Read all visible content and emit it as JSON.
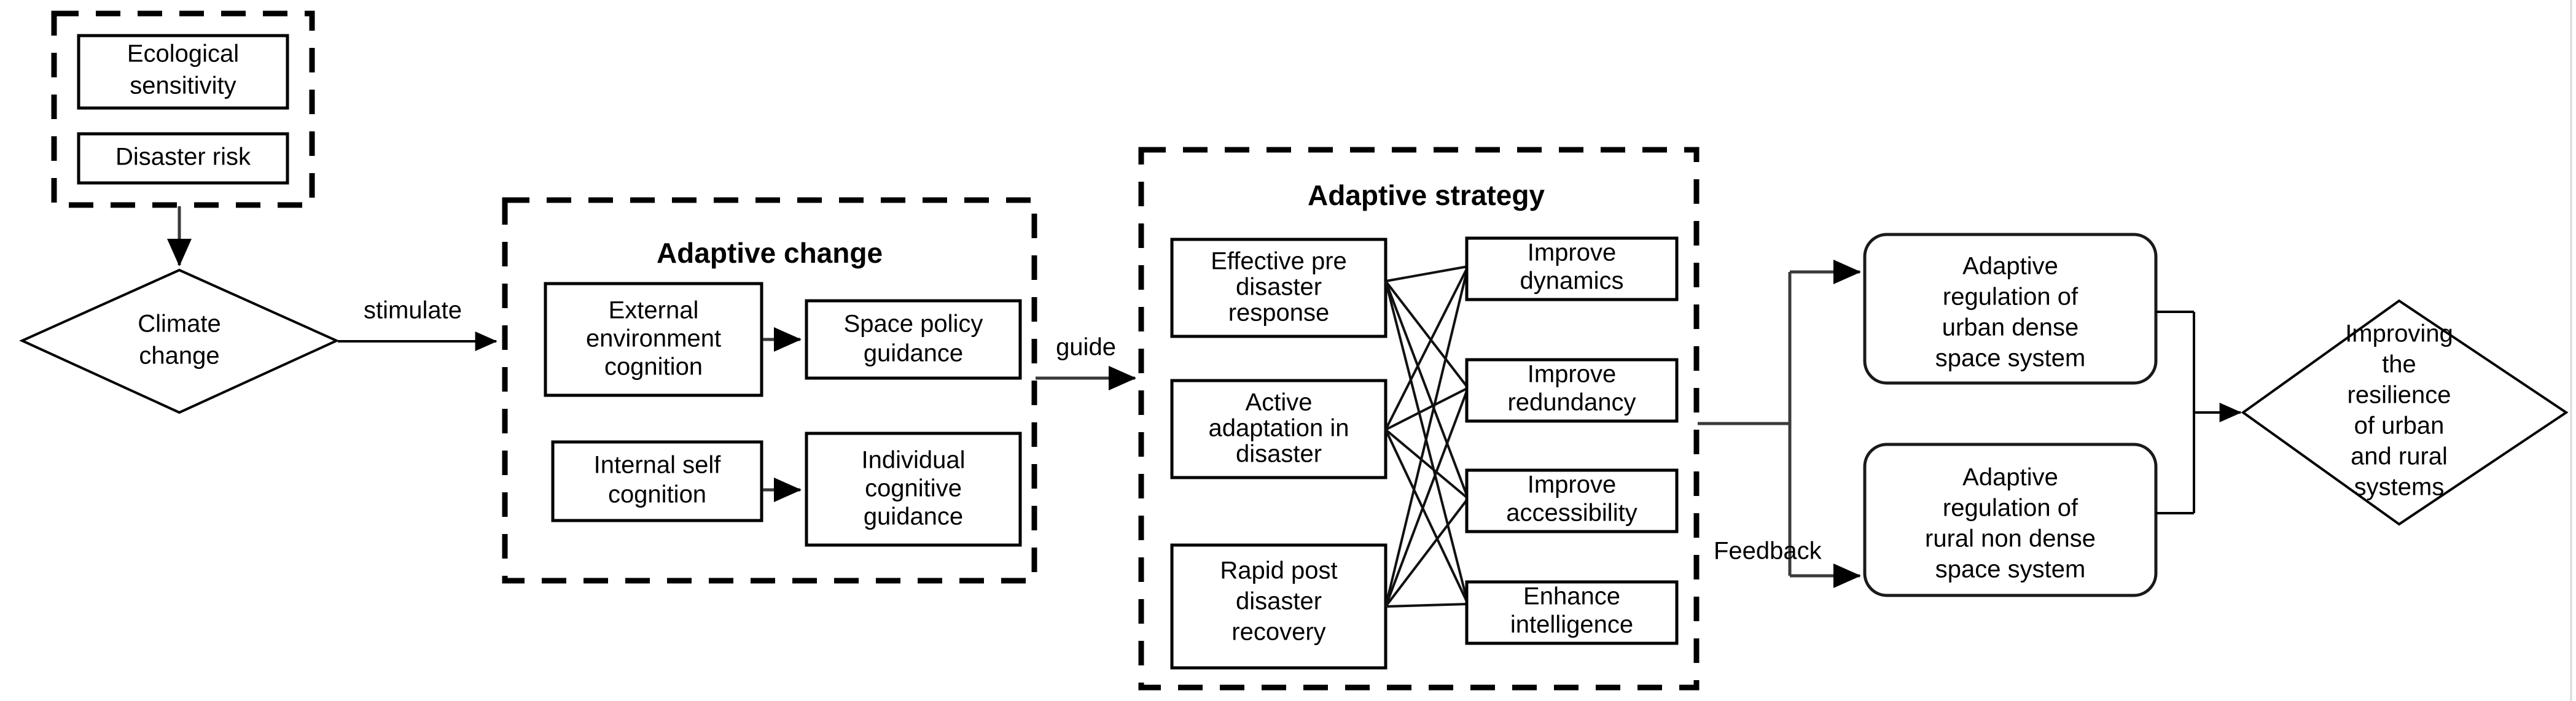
{
  "diagram": {
    "title": "Climate adaptive resilience framework flowchart",
    "colors": {
      "line": "#000000",
      "connector": "#3a3a3a",
      "box_fill": "#ffffff",
      "text": "#000000"
    }
  },
  "groups": {
    "inputs": {
      "title": ""
    },
    "adaptive_change": {
      "title": "Adaptive change"
    },
    "adaptive_strategy": {
      "title": "Adaptive strategy"
    }
  },
  "nodes": {
    "ecological_sensitivity": "Ecological\nsensitivity",
    "ecological_sensitivity_l1": "Ecological",
    "ecological_sensitivity_l2": "sensitivity",
    "disaster_risk": "Disaster risk",
    "climate_change_l1": "Climate",
    "climate_change_l2": "change",
    "external_env_l1": "External",
    "external_env_l2": "environment",
    "external_env_l3": "cognition",
    "space_policy_l1": "Space policy",
    "space_policy_l2": "guidance",
    "internal_self_l1": "Internal self",
    "internal_self_l2": "cognition",
    "individual_cog_l1": "Individual",
    "individual_cog_l2": "cognitive",
    "individual_cog_l3": "guidance",
    "effective_pre_l1": "Effective pre",
    "effective_pre_l2": "disaster",
    "effective_pre_l3": "response",
    "active_adapt_l1": "Active",
    "active_adapt_l2": "adaptation in",
    "active_adapt_l3": "disaster",
    "rapid_post_l1": "Rapid post",
    "rapid_post_l2": "disaster",
    "rapid_post_l3": "recovery",
    "improve_dynamics_l1": "Improve",
    "improve_dynamics_l2": "dynamics",
    "improve_redundancy_l1": "Improve",
    "improve_redundancy_l2": "redundancy",
    "improve_accessibility_l1": "Improve",
    "improve_accessibility_l2": "accessibility",
    "enhance_intelligence_l1": "Enhance",
    "enhance_intelligence_l2": "intelligence",
    "urban_dense_l1": "Adaptive",
    "urban_dense_l2": "regulation of",
    "urban_dense_l3": "urban dense",
    "urban_dense_l4": "space system",
    "rural_nondense_l1": "Adaptive",
    "rural_nondense_l2": "regulation of",
    "rural_nondense_l3": "rural non dense",
    "rural_nondense_l4": "space system",
    "outcome_l1": "Improving",
    "outcome_l2": "the",
    "outcome_l3": "resilience",
    "outcome_l4": "of urban",
    "outcome_l5": "and rural",
    "outcome_l6": "systems"
  },
  "edge_labels": {
    "stimulate": "stimulate",
    "guide": "guide",
    "feedback": "Feedback"
  }
}
